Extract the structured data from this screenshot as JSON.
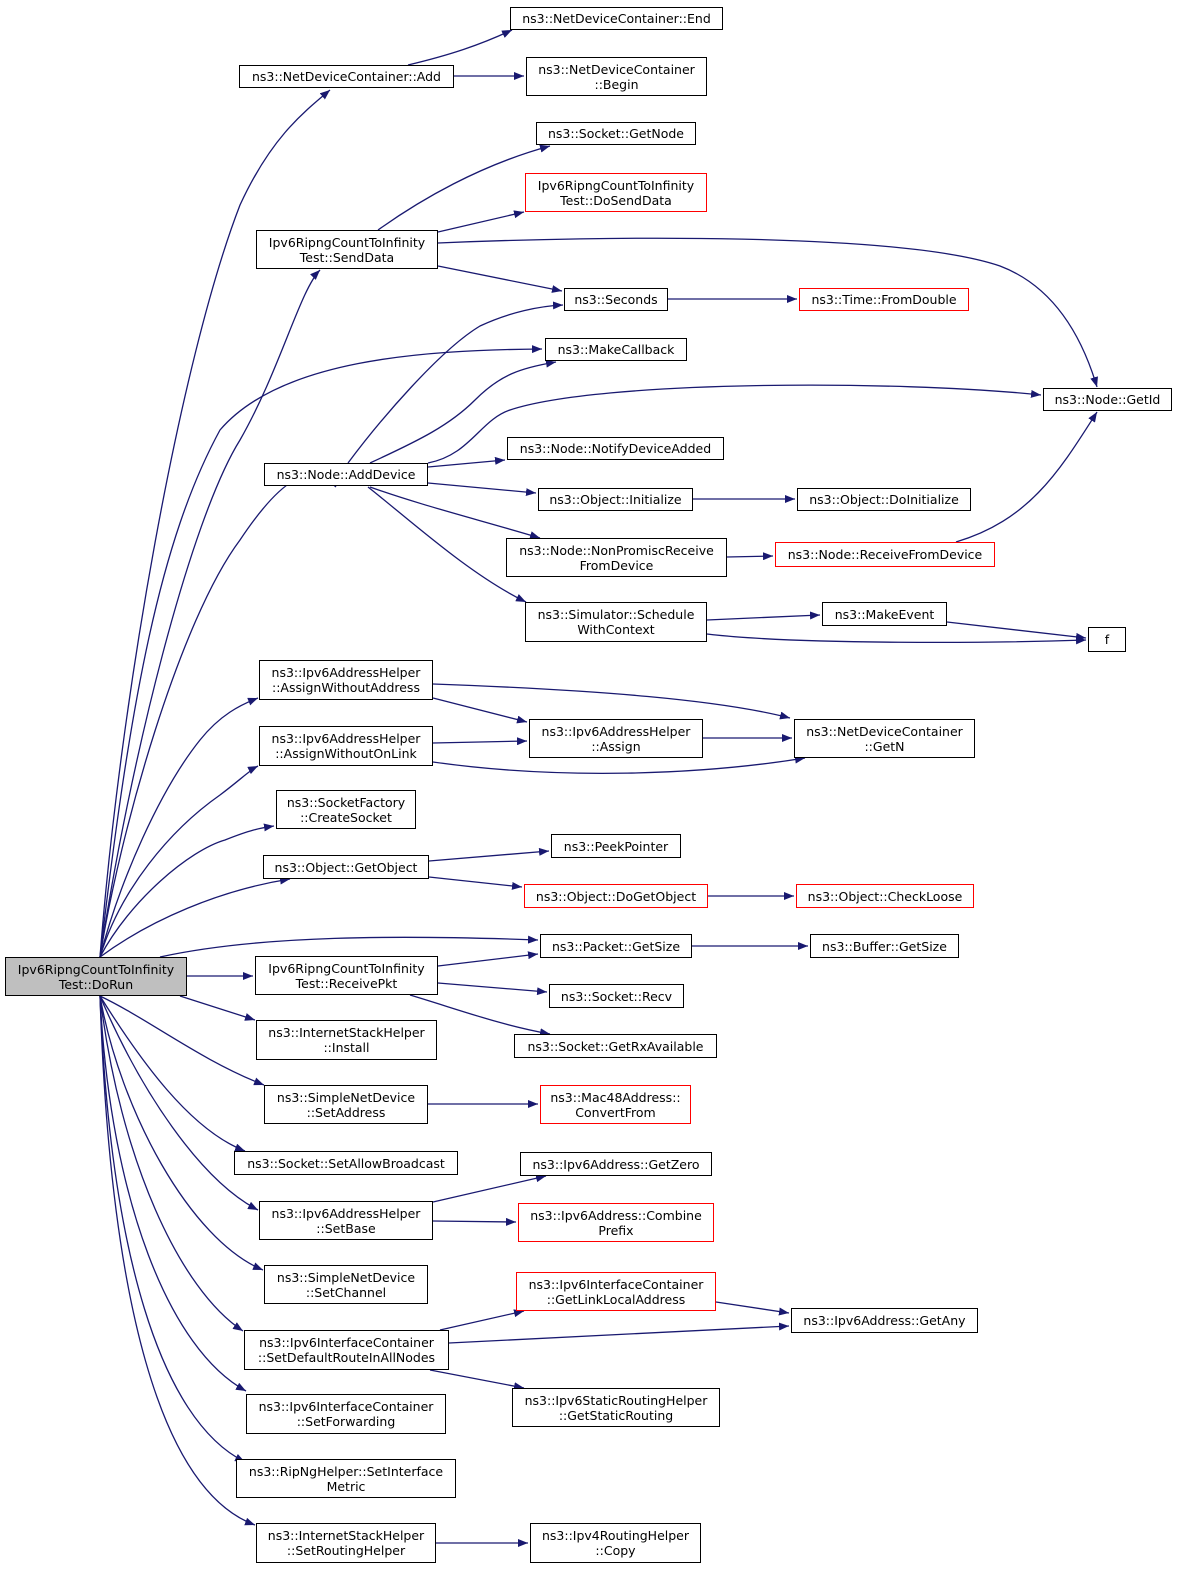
{
  "colors": {
    "edge": "#191970",
    "node_border": "#000000",
    "node_border_external": "#ff0000",
    "root_fill": "#bfbfbf"
  },
  "nodes": {
    "root": "Ipv6RipngCountToInfinity\nTest::DoRun",
    "ndc_add": "ns3::NetDeviceContainer::Add",
    "ndc_end": "ns3::NetDeviceContainer::End",
    "ndc_begin": "ns3::NetDeviceContainer\n::Begin",
    "sock_getnode": "ns3::Socket::GetNode",
    "dosenddata": "Ipv6RipngCountToInfinity\nTest::DoSendData",
    "senddata": "Ipv6RipngCountToInfinity\nTest::SendData",
    "seconds": "ns3::Seconds",
    "fromdouble": "ns3::Time::FromDouble",
    "makecallback": "ns3::MakeCallback",
    "node_getid": "ns3::Node::GetId",
    "node_adddevice": "ns3::Node::AddDevice",
    "notifydevadded": "ns3::Node::NotifyDeviceAdded",
    "obj_initialize": "ns3::Object::Initialize",
    "obj_doinitialize": "ns3::Object::DoInitialize",
    "nonpromisc": "ns3::Node::NonPromiscReceive\nFromDevice",
    "recvfromdevice": "ns3::Node::ReceiveFromDevice",
    "sched_ctx": "ns3::Simulator::Schedule\nWithContext",
    "makeevent": "ns3::MakeEvent",
    "f": "f",
    "assign_noaddr": "ns3::Ipv6AddressHelper\n::AssignWithoutAddress",
    "assign_noonlink": "ns3::Ipv6AddressHelper\n::AssignWithoutOnLink",
    "assign": "ns3::Ipv6AddressHelper\n::Assign",
    "ndc_getn": "ns3::NetDeviceContainer\n::GetN",
    "sockfactory_create": "ns3::SocketFactory\n::CreateSocket",
    "obj_getobject": "ns3::Object::GetObject",
    "peekpointer": "ns3::PeekPointer",
    "obj_dogetobject": "ns3::Object::DoGetObject",
    "obj_checkloose": "ns3::Object::CheckLoose",
    "pkt_getsize": "ns3::Packet::GetSize",
    "buf_getsize": "ns3::Buffer::GetSize",
    "receivepkt": "Ipv6RipngCountToInfinity\nTest::ReceivePkt",
    "sock_recv": "ns3::Socket::Recv",
    "sock_rxavail": "ns3::Socket::GetRxAvailable",
    "ish_install": "ns3::InternetStackHelper\n::Install",
    "snd_setaddress": "ns3::SimpleNetDevice\n::SetAddress",
    "mac48_convert": "ns3::Mac48Address::\nConvertFrom",
    "sock_setbcast": "ns3::Socket::SetAllowBroadcast",
    "ipv6addr_getzero": "ns3::Ipv6Address::GetZero",
    "setbase": "ns3::Ipv6AddressHelper\n::SetBase",
    "ipv6addr_combine": "ns3::Ipv6Address::Combine\nPrefix",
    "snd_setchannel": "ns3::SimpleNetDevice\n::SetChannel",
    "getlinklocal": "ns3::Ipv6InterfaceContainer\n::GetLinkLocalAddress",
    "ipv6addr_getany": "ns3::Ipv6Address::GetAny",
    "setdefroute": "ns3::Ipv6InterfaceContainer\n::SetDefaultRouteInAllNodes",
    "getstaticrouting": "ns3::Ipv6StaticRoutingHelper\n::GetStaticRouting",
    "setforwarding": "ns3::Ipv6InterfaceContainer\n::SetForwarding",
    "ripng_setmetric": "ns3::RipNgHelper::SetInterface\nMetric",
    "setroutinghelper": "ns3::InternetStackHelper\n::SetRoutingHelper",
    "ipv4rh_copy": "ns3::Ipv4RoutingHelper\n::Copy"
  }
}
